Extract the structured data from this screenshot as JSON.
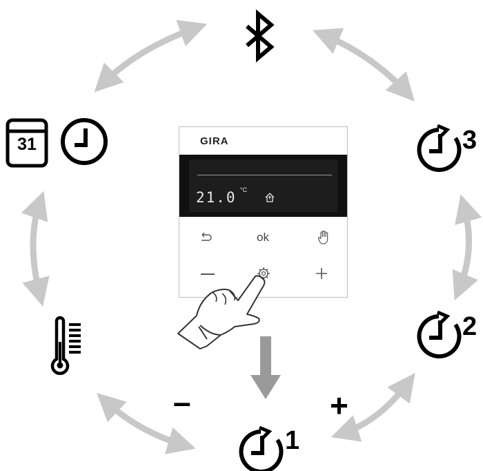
{
  "device": {
    "brand": "GIRA",
    "temperature": "21.0",
    "unit": "°C",
    "ok_label": "ok",
    "minus_label": "–",
    "plus_label": "+"
  },
  "cycle": {
    "timer1_number": "1",
    "timer2_number": "2",
    "timer3_number": "3",
    "calendar_day": "31",
    "minus_sign": "–",
    "plus_sign": "+"
  },
  "icons": {
    "top": "bluetooth-icon",
    "right_top": "timer-3-icon",
    "right_bottom": "timer-2-icon",
    "bottom": "timer-1-icon",
    "left_bottom": "thermometer-icon",
    "left_top": "calendar-clock-icon"
  },
  "colors": {
    "arrow_gray": "#c8c8c8",
    "arrow_dark": "#9a9a9a",
    "display_bg": "#111111"
  }
}
